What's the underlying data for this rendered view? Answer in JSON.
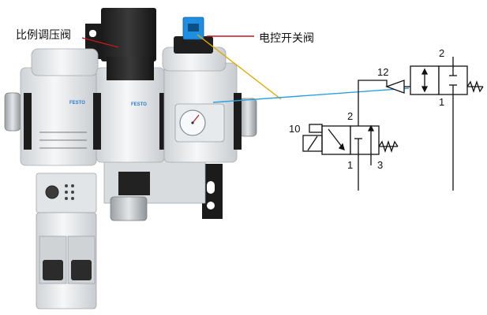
{
  "labels": {
    "proportional_valve": "比例调压阀",
    "solenoid_valve": "电控开关阀"
  },
  "brand": "FESTO",
  "ports": {
    "main_valve": {
      "in": "1",
      "out": "2",
      "exhaust": "3",
      "pilot": "10"
    },
    "pilot_valve": {
      "in": "1",
      "out": "2",
      "pilot": "12"
    }
  },
  "colors": {
    "proportional_pointer": "#c0161e",
    "solenoid_pointer": "#e0a800",
    "pressure_line": "#2aa0e0",
    "solenoid_cap": "#1e8fe0"
  }
}
